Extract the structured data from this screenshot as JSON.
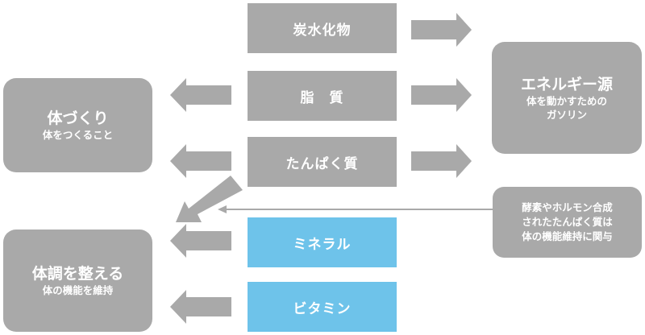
{
  "nutrients": {
    "carbs": "炭水化物",
    "fat": "脂　質",
    "protein": "たんぱく質",
    "minerals": "ミネラル",
    "vitamins": "ビタミン"
  },
  "roles": {
    "energy": {
      "title": "エネルギー源",
      "sub1": "体を動かすための",
      "sub2": "ガソリン"
    },
    "body_building": {
      "title": "体づくり",
      "sub": "体をつくること"
    },
    "body_regulation": {
      "title": "体調を整える",
      "sub": "体の機能を維持"
    }
  },
  "note": {
    "line1": "酵素やホルモン合成",
    "line2": "されたたんぱく質は",
    "line3": "体の機能維持に関与"
  },
  "colors": {
    "gray": "#a9a9a9",
    "blue": "#6ec3ea",
    "arrow": "#a9a9a9"
  }
}
